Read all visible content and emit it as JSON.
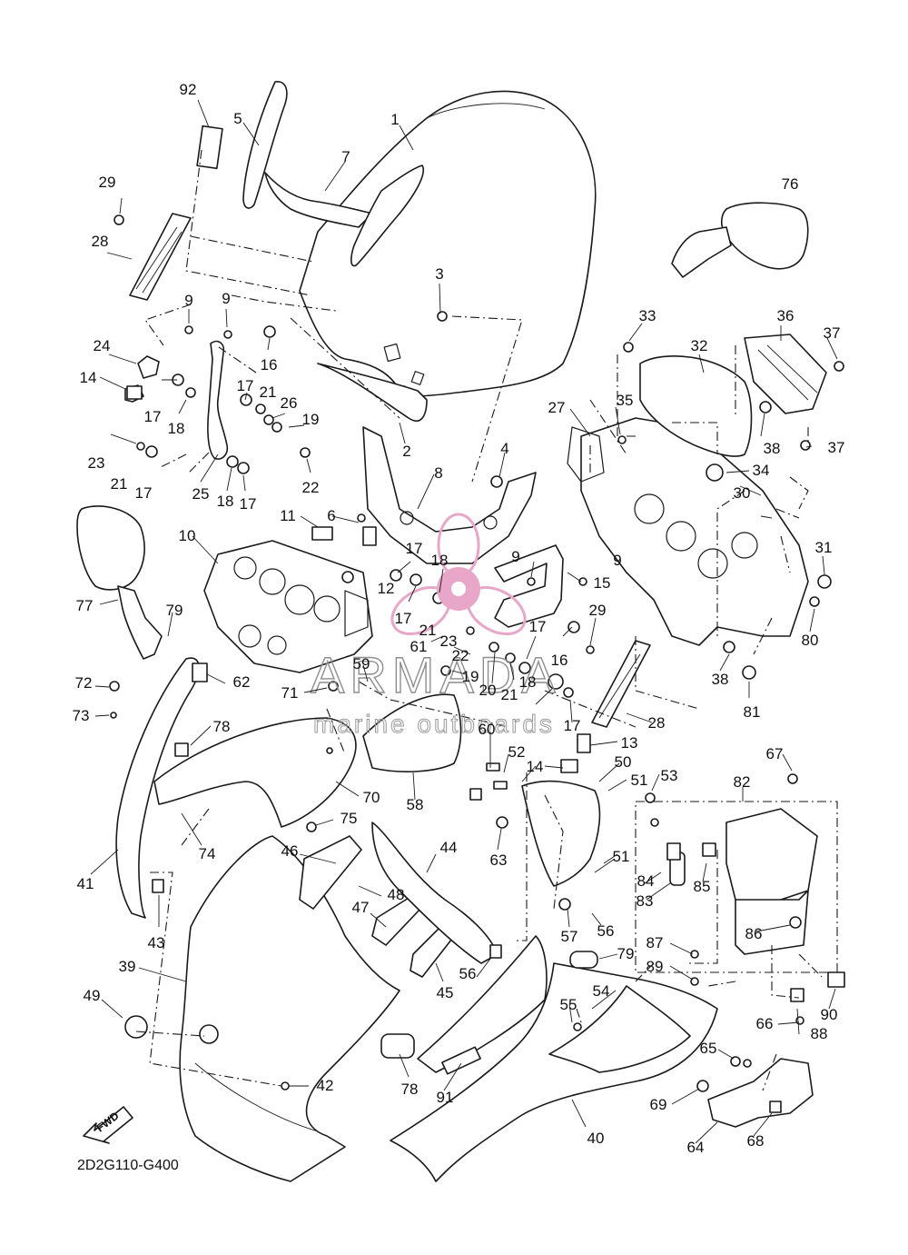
{
  "diagram": {
    "code": "2D2G110-G400",
    "fwd_label": "FWD",
    "watermark": {
      "brand": "ARMADA",
      "tagline": "marine outboards",
      "color": "#e8a6c8"
    }
  },
  "callouts": [
    {
      "id": "c1",
      "label": "1"
    },
    {
      "id": "c2",
      "label": "2"
    },
    {
      "id": "c3",
      "label": "3"
    },
    {
      "id": "c4",
      "label": "4"
    },
    {
      "id": "c5",
      "label": "5"
    },
    {
      "id": "c6",
      "label": "6"
    },
    {
      "id": "c7",
      "label": "7"
    },
    {
      "id": "c8",
      "label": "8"
    },
    {
      "id": "c9a",
      "label": "9"
    },
    {
      "id": "c9b",
      "label": "9"
    },
    {
      "id": "c9c",
      "label": "9"
    },
    {
      "id": "c9d",
      "label": "9"
    },
    {
      "id": "c10",
      "label": "10"
    },
    {
      "id": "c11",
      "label": "11"
    },
    {
      "id": "c12",
      "label": "12"
    },
    {
      "id": "c13",
      "label": "13"
    },
    {
      "id": "c14a",
      "label": "14"
    },
    {
      "id": "c14b",
      "label": "14"
    },
    {
      "id": "c15",
      "label": "15"
    },
    {
      "id": "c16a",
      "label": "16"
    },
    {
      "id": "c16b",
      "label": "16"
    },
    {
      "id": "c17a",
      "label": "17"
    },
    {
      "id": "c17b",
      "label": "17"
    },
    {
      "id": "c17c",
      "label": "17"
    },
    {
      "id": "c17d",
      "label": "17"
    },
    {
      "id": "c17e",
      "label": "17"
    },
    {
      "id": "c17f",
      "label": "17"
    },
    {
      "id": "c17g",
      "label": "17"
    },
    {
      "id": "c17h",
      "label": "17"
    },
    {
      "id": "c18a",
      "label": "18"
    },
    {
      "id": "c18b",
      "label": "18"
    },
    {
      "id": "c18c",
      "label": "18"
    },
    {
      "id": "c18d",
      "label": "18"
    },
    {
      "id": "c19a",
      "label": "19"
    },
    {
      "id": "c19b",
      "label": "19"
    },
    {
      "id": "c20",
      "label": "20"
    },
    {
      "id": "c21a",
      "label": "21"
    },
    {
      "id": "c21b",
      "label": "21"
    },
    {
      "id": "c21c",
      "label": "21"
    },
    {
      "id": "c21d",
      "label": "21"
    },
    {
      "id": "c22a",
      "label": "22"
    },
    {
      "id": "c22b",
      "label": "22"
    },
    {
      "id": "c23a",
      "label": "23"
    },
    {
      "id": "c23b",
      "label": "23"
    },
    {
      "id": "c24",
      "label": "24"
    },
    {
      "id": "c25",
      "label": "25"
    },
    {
      "id": "c26",
      "label": "26"
    },
    {
      "id": "c27",
      "label": "27"
    },
    {
      "id": "c28a",
      "label": "28"
    },
    {
      "id": "c28b",
      "label": "28"
    },
    {
      "id": "c29a",
      "label": "29"
    },
    {
      "id": "c29b",
      "label": "29"
    },
    {
      "id": "c30",
      "label": "30"
    },
    {
      "id": "c31",
      "label": "31"
    },
    {
      "id": "c32",
      "label": "32"
    },
    {
      "id": "c33",
      "label": "33"
    },
    {
      "id": "c34",
      "label": "34"
    },
    {
      "id": "c35",
      "label": "35"
    },
    {
      "id": "c36",
      "label": "36"
    },
    {
      "id": "c37a",
      "label": "37"
    },
    {
      "id": "c37b",
      "label": "37"
    },
    {
      "id": "c38a",
      "label": "38"
    },
    {
      "id": "c38b",
      "label": "38"
    },
    {
      "id": "c39",
      "label": "39"
    },
    {
      "id": "c40",
      "label": "40"
    },
    {
      "id": "c41",
      "label": "41"
    },
    {
      "id": "c42",
      "label": "42"
    },
    {
      "id": "c43",
      "label": "43"
    },
    {
      "id": "c44",
      "label": "44"
    },
    {
      "id": "c45",
      "label": "45"
    },
    {
      "id": "c46",
      "label": "46"
    },
    {
      "id": "c47",
      "label": "47"
    },
    {
      "id": "c48",
      "label": "48"
    },
    {
      "id": "c49",
      "label": "49"
    },
    {
      "id": "c50",
      "label": "50"
    },
    {
      "id": "c51a",
      "label": "51"
    },
    {
      "id": "c51b",
      "label": "51"
    },
    {
      "id": "c52",
      "label": "52"
    },
    {
      "id": "c53",
      "label": "53"
    },
    {
      "id": "c54",
      "label": "54"
    },
    {
      "id": "c55",
      "label": "55"
    },
    {
      "id": "c56a",
      "label": "56"
    },
    {
      "id": "c56b",
      "label": "56"
    },
    {
      "id": "c57",
      "label": "57"
    },
    {
      "id": "c58",
      "label": "58"
    },
    {
      "id": "c59",
      "label": "59"
    },
    {
      "id": "c60",
      "label": "60"
    },
    {
      "id": "c61",
      "label": "61"
    },
    {
      "id": "c62",
      "label": "62"
    },
    {
      "id": "c63",
      "label": "63"
    },
    {
      "id": "c64",
      "label": "64"
    },
    {
      "id": "c65",
      "label": "65"
    },
    {
      "id": "c66",
      "label": "66"
    },
    {
      "id": "c67",
      "label": "67"
    },
    {
      "id": "c68",
      "label": "68"
    },
    {
      "id": "c69",
      "label": "69"
    },
    {
      "id": "c70",
      "label": "70"
    },
    {
      "id": "c71",
      "label": "71"
    },
    {
      "id": "c72",
      "label": "72"
    },
    {
      "id": "c73",
      "label": "73"
    },
    {
      "id": "c74",
      "label": "74"
    },
    {
      "id": "c75",
      "label": "75"
    },
    {
      "id": "c76",
      "label": "76"
    },
    {
      "id": "c77",
      "label": "77"
    },
    {
      "id": "c78a",
      "label": "78"
    },
    {
      "id": "c78b",
      "label": "78"
    },
    {
      "id": "c79a",
      "label": "79"
    },
    {
      "id": "c79b",
      "label": "79"
    },
    {
      "id": "c80",
      "label": "80"
    },
    {
      "id": "c81",
      "label": "81"
    },
    {
      "id": "c82",
      "label": "82"
    },
    {
      "id": "c83",
      "label": "83"
    },
    {
      "id": "c84",
      "label": "84"
    },
    {
      "id": "c85",
      "label": "85"
    },
    {
      "id": "c86",
      "label": "86"
    },
    {
      "id": "c87",
      "label": "87"
    },
    {
      "id": "c88",
      "label": "88"
    },
    {
      "id": "c89",
      "label": "89"
    },
    {
      "id": "c90",
      "label": "90"
    },
    {
      "id": "c91",
      "label": "91"
    },
    {
      "id": "c92",
      "label": "92"
    }
  ]
}
